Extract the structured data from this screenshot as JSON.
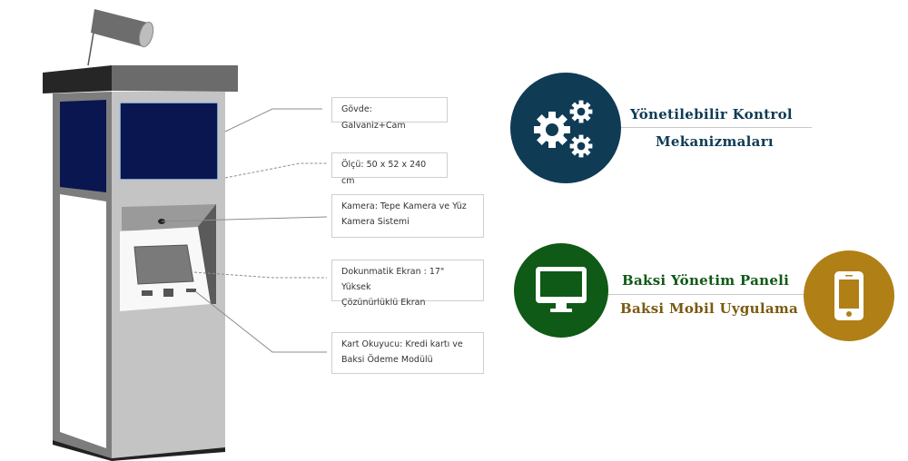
{
  "specs": [
    {
      "label": "Gövde: Galvaniz+Cam"
    },
    {
      "label": "Ölçü: 50 x 52 x 240 cm"
    },
    {
      "line1": "Kamera: Tepe Kamera ve Yüz",
      "line2": "Kamera Sistemi"
    },
    {
      "line1": "Dokunmatik Ekran : 17\" Yüksek",
      "line2": "Çözünürlüklü Ekran"
    },
    {
      "line1": "Kart Okuyucu: Kredi kartı ve",
      "line2": "Baksi Ödeme Modülü"
    }
  ],
  "features": {
    "control": {
      "line1": "Yönetilebilir Kontrol",
      "line2": "Mekanizmaları",
      "icon": "gears-icon",
      "color": "#0f3b55"
    },
    "panel": {
      "label": "Baksi Yönetim Paneli",
      "icon": "monitor-icon",
      "color": "#0e5a16"
    },
    "mobile": {
      "label": "Baksi Mobil Uygulama",
      "icon": "smartphone-icon",
      "color": "#b07f16"
    }
  }
}
